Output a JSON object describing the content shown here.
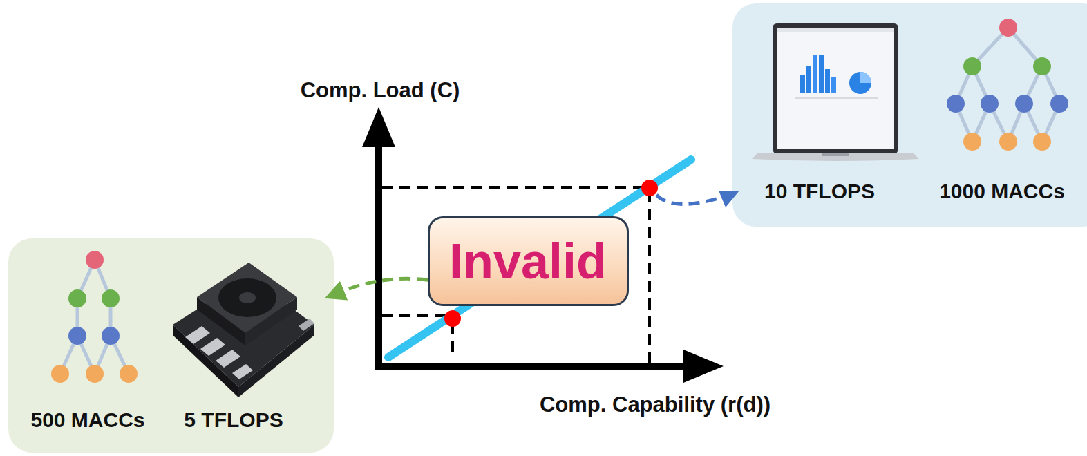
{
  "diagram": {
    "nodes": [
      {
        "text": [
          "10 TFLOPS",
          "1000 MACCs"
        ]
      },
      {
        "text": [
          "Invalid"
        ]
      },
      {
        "text": [
          "500 MACCs",
          "5 TFLOPS"
        ]
      }
    ],
    "edges": [
      {
        "from": 1,
        "to": 2,
        "arrow": "to"
      }
    ],
    "labels": [
      "Comp. Load (C)",
      "Comp. Capability (r(d))"
    ]
  }
}
